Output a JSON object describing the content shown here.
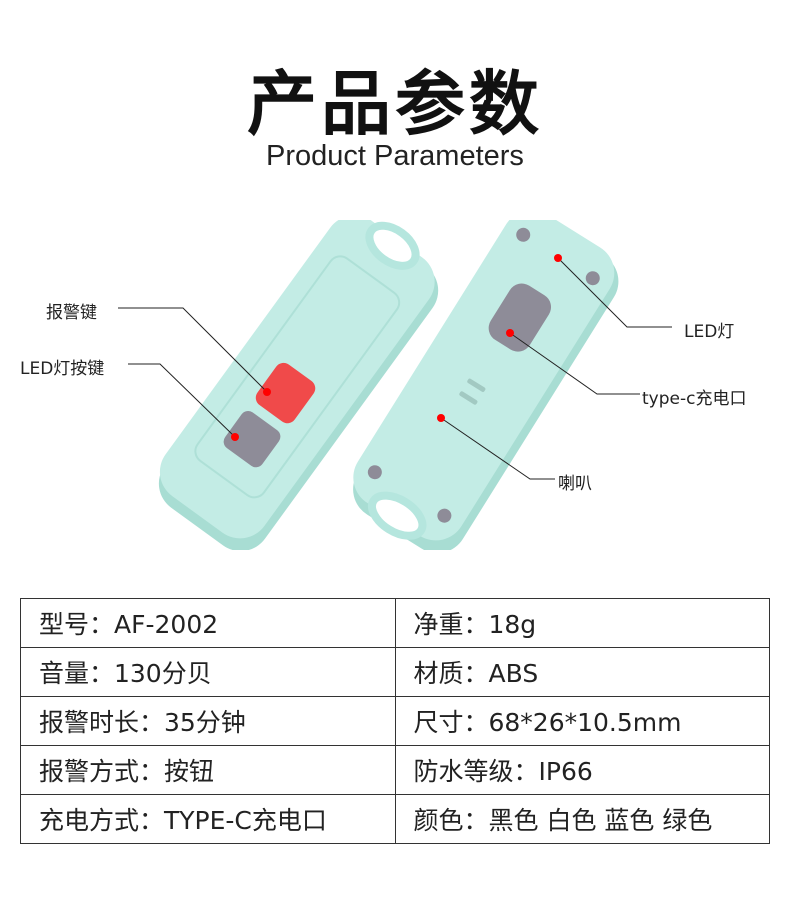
{
  "header": {
    "title_cn": "产品参数",
    "title_en": "Product Parameters"
  },
  "callouts": {
    "alarm_button": "报警键",
    "led_button": "LED灯按键",
    "led_light": "LED灯",
    "typec_port": "type-c充电口",
    "speaker": "喇叭"
  },
  "colors": {
    "device": "#bfe9e2",
    "alarm": "#f04a4a",
    "gray_button": "#8e8c98",
    "marker": "#ff0000"
  },
  "specs": [
    [
      "型号：AF-2002",
      "净重：18g"
    ],
    [
      "音量：130分贝",
      "材质：ABS"
    ],
    [
      "报警时长：35分钟",
      "尺寸：68*26*10.5mm"
    ],
    [
      "报警方式：按钮",
      "防水等级：IP66"
    ],
    [
      "充电方式：TYPE-C充电口",
      "颜色：黑色 白色 蓝色 绿色"
    ]
  ]
}
